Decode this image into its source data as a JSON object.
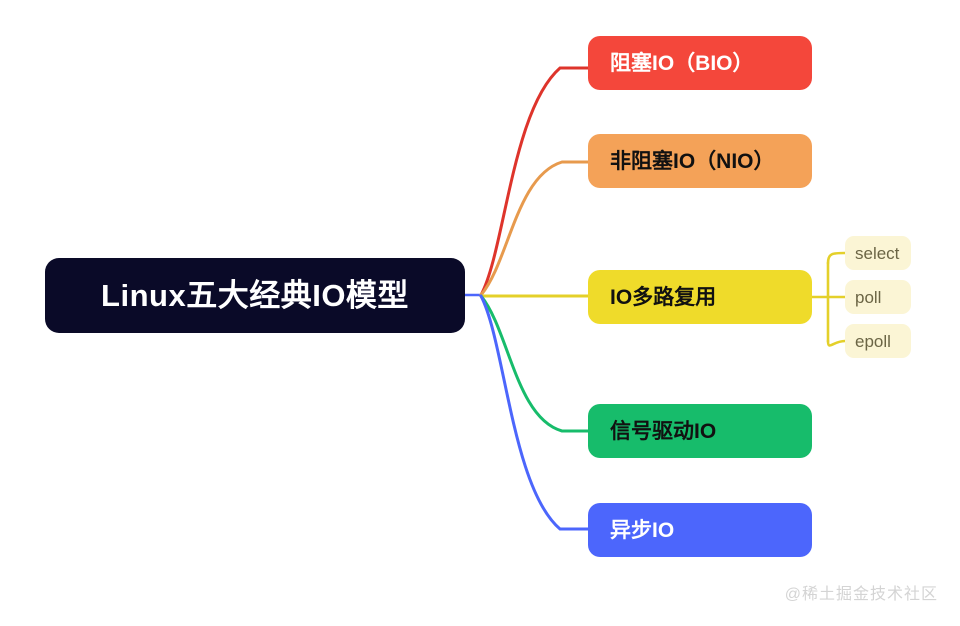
{
  "diagram": {
    "type": "mind-map",
    "background_color": "#ffffff",
    "root": {
      "label": "Linux五大经典IO模型",
      "background_color": "#0a0a28",
      "text_color": "#ffffff"
    },
    "branches": [
      {
        "id": "bio",
        "label": "阻塞IO（BIO）",
        "background_color": "#f4473b",
        "text_color": "#ffffff",
        "edge_color": "#e0352c"
      },
      {
        "id": "nio",
        "label": "非阻塞IO（NIO）",
        "background_color": "#f4a258",
        "text_color": "#111111",
        "edge_color": "#e89a4e"
      },
      {
        "id": "multiplexing",
        "label": "IO多路复用",
        "background_color": "#efdb2a",
        "text_color": "#111111",
        "edge_color": "#e4d02a"
      },
      {
        "id": "signal",
        "label": "信号驱动IO",
        "background_color": "#17bc6b",
        "text_color": "#111111",
        "edge_color": "#17bc6b"
      },
      {
        "id": "async",
        "label": "异步IO",
        "background_color": "#4c66fc",
        "text_color": "#ffffff",
        "edge_color": "#4c66fc"
      }
    ],
    "leaves": [
      {
        "id": "select",
        "label": "select",
        "parent": "multiplexing",
        "background_color": "#fbf5d5",
        "text_color": "#6b6545"
      },
      {
        "id": "poll",
        "label": "poll",
        "parent": "multiplexing",
        "background_color": "#fbf5d5",
        "text_color": "#6b6545"
      },
      {
        "id": "epoll",
        "label": "epoll",
        "parent": "multiplexing",
        "background_color": "#fbf5d5",
        "text_color": "#6b6545"
      }
    ],
    "watermark": "@稀土掘金技术社区"
  }
}
